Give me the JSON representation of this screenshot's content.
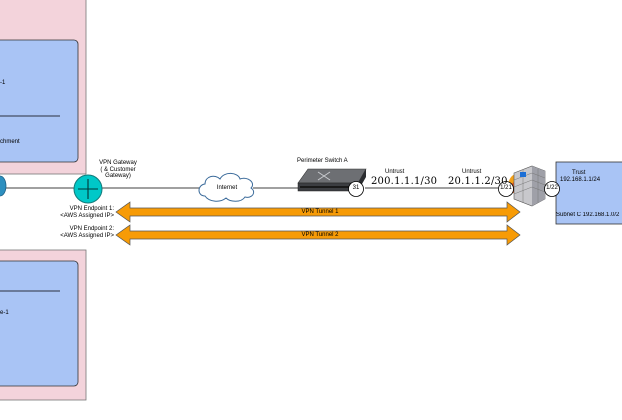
{
  "top_panel": {
    "line1": "-1",
    "line2": "chment"
  },
  "bottom_panel": {
    "line1": "e-1"
  },
  "vpn_gateway": {
    "line1": "VPN Gateway",
    "line2": "( & Customer",
    "line3": "Gateway)"
  },
  "internet": {
    "label": "Internet"
  },
  "switch": {
    "label": "Perimeter Switch A",
    "port": "31"
  },
  "untrust_left": {
    "label": "Untrust",
    "ip": "200.1.1.1/30"
  },
  "untrust_right": {
    "label": "Untrust",
    "ip": "20.1.1.2/30"
  },
  "firewall": {
    "port_left": "1/21",
    "port_right": "1/22"
  },
  "trust_box": {
    "label": "Trust",
    "ip": "192.168.1.1/24",
    "subnet": "Subnet C 192.168.1.0/2"
  },
  "endpoints": {
    "ep1_line1": "VPN Endpoint 1:",
    "ep1_line2": "<AWS Assigned IP>",
    "ep2_line1": "VPN Endpoint 2:",
    "ep2_line2": "<AWS Assigned IP>"
  },
  "tunnels": {
    "t1": "VPN Tunnel 1",
    "t2": "VPN Tunnel 2"
  },
  "colors": {
    "panel_outer": "#f3d3db",
    "panel_inner": "#a9c4f5",
    "tunnel": "#f79b06",
    "node": "#00c8c8"
  }
}
